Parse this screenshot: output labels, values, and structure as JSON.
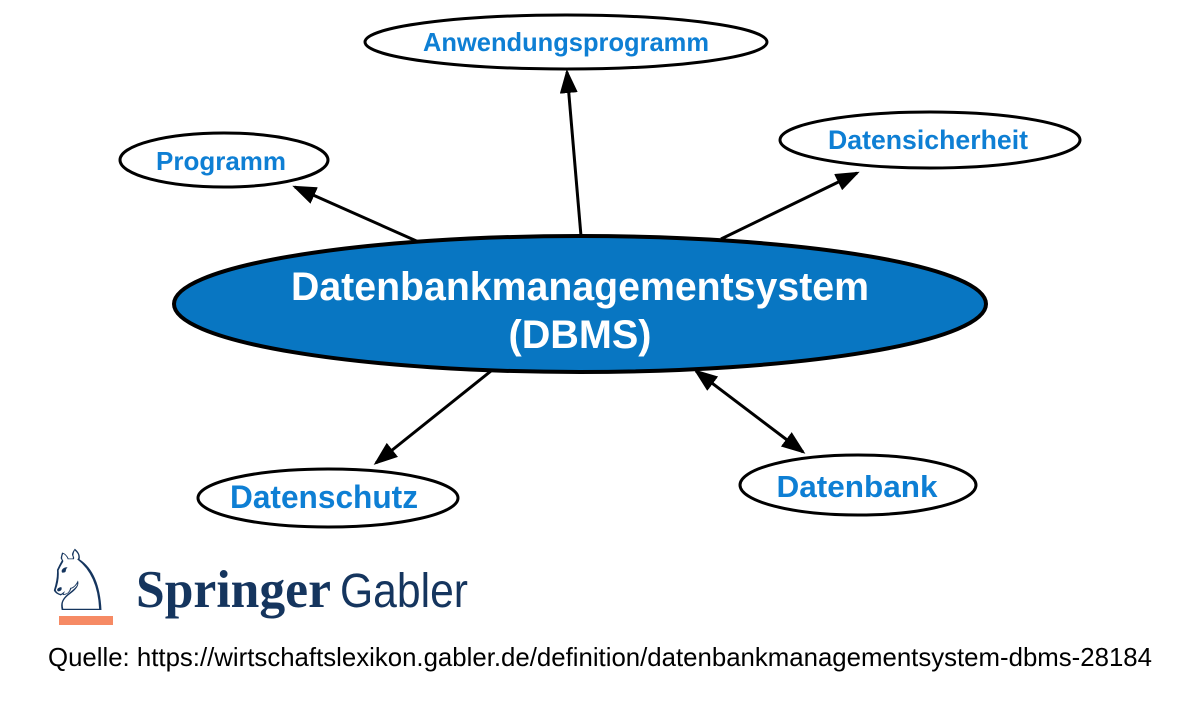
{
  "diagram": {
    "center": {
      "line1": "Datenbankmanagementsystem",
      "line2": "(DBMS)"
    },
    "nodes": {
      "anwendungsprogramm": {
        "label": "Anwendungsprogramm"
      },
      "programm": {
        "label": "Programm"
      },
      "datensicherheit": {
        "label": "Datensicherheit"
      },
      "datenschutz": {
        "label": "Datenschutz"
      },
      "datenbank": {
        "label": "Datenbank"
      }
    },
    "edges": [
      {
        "from": "DBMS",
        "to": "Anwendungsprogramm",
        "arrow": "to"
      },
      {
        "from": "DBMS",
        "to": "Programm",
        "arrow": "to"
      },
      {
        "from": "DBMS",
        "to": "Datensicherheit",
        "arrow": "to"
      },
      {
        "from": "DBMS",
        "to": "Datenschutz",
        "arrow": "to"
      },
      {
        "from": "DBMS",
        "to": "Datenbank",
        "arrow": "both"
      }
    ],
    "colors": {
      "center_fill": "#0876C2",
      "node_fill": "#ffffff",
      "label_color": "#0E7FD4",
      "stroke": "#000000"
    }
  },
  "logo": {
    "icon": "chess-knight",
    "icon_glyph": "♘",
    "brand_bold": "Springer",
    "brand_light": "Gabler",
    "navy": "#15355E",
    "orange": "#F68A64"
  },
  "source": {
    "text": "Quelle: https://wirtschaftslexikon.gabler.de/definition/datenbankmanagementsystem-dbms-28184"
  }
}
